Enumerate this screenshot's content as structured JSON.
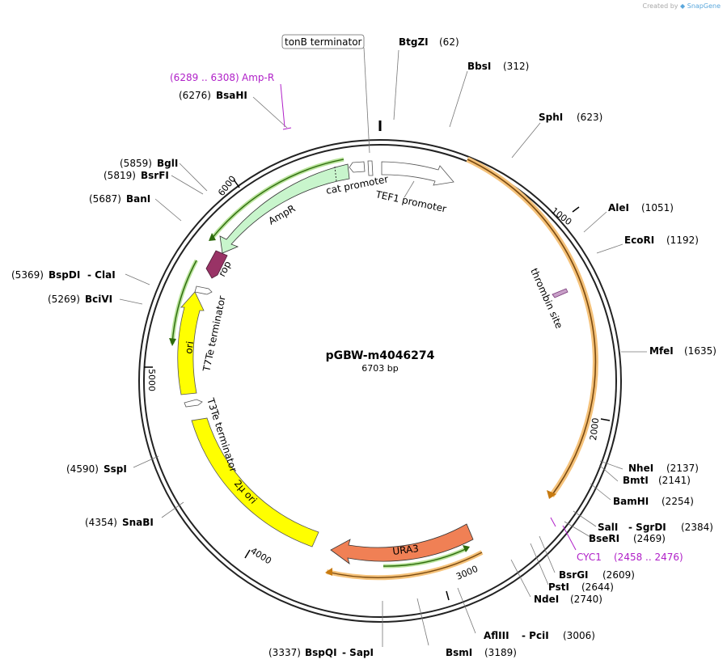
{
  "credit": {
    "prefix": "Created by",
    "brand": "SnapGene"
  },
  "plasmid": {
    "name": "pGBW-m4046274",
    "size_label": "6703 bp",
    "length": 6703
  },
  "ticks": [
    {
      "pos": 1000,
      "label": "1000"
    },
    {
      "pos": 2000,
      "label": "2000"
    },
    {
      "pos": 3000,
      "label": "3000"
    },
    {
      "pos": 4000,
      "label": "4000"
    },
    {
      "pos": 5000,
      "label": "5000"
    },
    {
      "pos": 6000,
      "label": "6000"
    }
  ],
  "sites": [
    {
      "name": "BtgZI",
      "pos_label": "(62)",
      "pos": 62
    },
    {
      "name": "BbsI",
      "pos_label": "(312)",
      "pos": 312
    },
    {
      "name": "SphI",
      "pos_label": "(623)",
      "pos": 623
    },
    {
      "name": "AleI",
      "pos_label": "(1051)",
      "pos": 1051
    },
    {
      "name": "EcoRI",
      "pos_label": "(1192)",
      "pos": 1192
    },
    {
      "name": "MfeI",
      "pos_label": "(1635)",
      "pos": 1635
    },
    {
      "name": "NheI",
      "pos_label": "(2137)",
      "pos": 2137
    },
    {
      "name": "BmtI",
      "pos_label": "(2141)",
      "pos": 2141
    },
    {
      "name": "BamHI",
      "pos_label": "(2254)",
      "pos": 2254
    },
    {
      "name": "SalI",
      "name2": "SgrDI",
      "pos_label": "(2384)",
      "pos": 2384
    },
    {
      "name": "BseRI",
      "pos_label": "(2469)",
      "pos": 2469
    },
    {
      "name": "BsrGI",
      "pos_label": "(2609)",
      "pos": 2609
    },
    {
      "name": "PstI",
      "pos_label": "(2644)",
      "pos": 2644
    },
    {
      "name": "NdeI",
      "pos_label": "(2740)",
      "pos": 2740
    },
    {
      "name": "AflIII",
      "name2": "PciI",
      "pos_label": "(3006)",
      "pos": 3006
    },
    {
      "name": "BsmI",
      "pos_label": "(3189)",
      "pos": 3189
    },
    {
      "name": "BspQI",
      "name2": "SapI",
      "pos_label": "(3337)",
      "pos": 3337
    },
    {
      "name": "SnaBI",
      "pos_label": "(4354)",
      "pos": 4354
    },
    {
      "name": "SspI",
      "pos_label": "(4590)",
      "pos": 4590
    },
    {
      "name": "BciVI",
      "pos_label": "(5269)",
      "pos": 5269
    },
    {
      "name": "BspDI",
      "name2": "ClaI",
      "pos_label": "(5369)",
      "pos": 5369
    },
    {
      "name": "BanI",
      "pos_label": "(5687)",
      "pos": 5687
    },
    {
      "name": "BsrFI",
      "pos_label": "(5819)",
      "pos": 5819
    },
    {
      "name": "BglI",
      "pos_label": "(5859)",
      "pos": 5859
    },
    {
      "name": "BsaHI",
      "pos_label": "(6276)",
      "pos": 6276
    }
  ],
  "primers": [
    {
      "name": "Amp-R",
      "range_label": "(6289 .. 6308)",
      "start": 6289,
      "end": 6308
    },
    {
      "name": "CYC1",
      "range_label": "(2458 .. 2476)",
      "start": 2458,
      "end": 2476
    }
  ],
  "features": [
    {
      "name": "tonB terminator",
      "kind": "terminator"
    },
    {
      "name": "TEF1 promoter",
      "kind": "promoter"
    },
    {
      "name": "cat promoter",
      "kind": "promoter"
    },
    {
      "name": "AmpR",
      "kind": "cds"
    },
    {
      "name": "rop",
      "kind": "cds"
    },
    {
      "name": "T7Te terminator",
      "kind": "terminator"
    },
    {
      "name": "ori",
      "kind": "origin"
    },
    {
      "name": "T3Te terminator",
      "kind": "terminator"
    },
    {
      "name": "2μ ori",
      "kind": "origin"
    },
    {
      "name": "URA3",
      "kind": "cds"
    },
    {
      "name": "thrombin site",
      "kind": "site"
    }
  ],
  "colors": {
    "backbone": "#222222",
    "orange_region": "#f5a142",
    "ampr": "#c8f5cc",
    "rop": "#993366",
    "ori": "#ffff00",
    "ura3": "#f08055",
    "green_arrow": "#3a8a1a",
    "primer": "#b020c8",
    "thrombin": "#c8a0c8"
  }
}
